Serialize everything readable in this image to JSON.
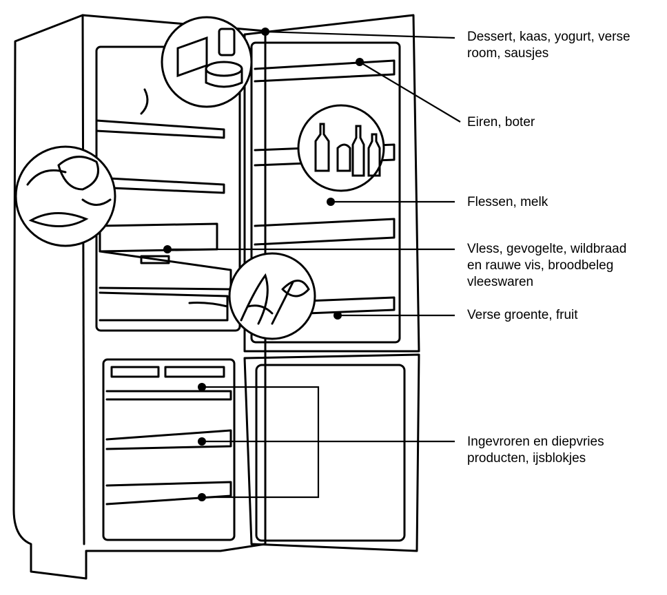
{
  "diagram": {
    "labels": [
      {
        "id": "dairy",
        "lines": [
          "Dessert, kaas, yogurt, verse",
          "room, sausjes"
        ]
      },
      {
        "id": "eggs",
        "lines": [
          "Eiren, boter"
        ]
      },
      {
        "id": "bottles",
        "lines": [
          "Flessen, melk"
        ]
      },
      {
        "id": "meat",
        "lines": [
          "Vless, gevogelte, wildbraad",
          "en rauwe vis, broodbeleg",
          "vleeswaren"
        ]
      },
      {
        "id": "vegetables",
        "lines": [
          "Verse groente, fruit"
        ]
      },
      {
        "id": "frozen",
        "lines": [
          "Ingevroren en diepvries",
          "producten, ijsblokjes"
        ]
      }
    ]
  }
}
